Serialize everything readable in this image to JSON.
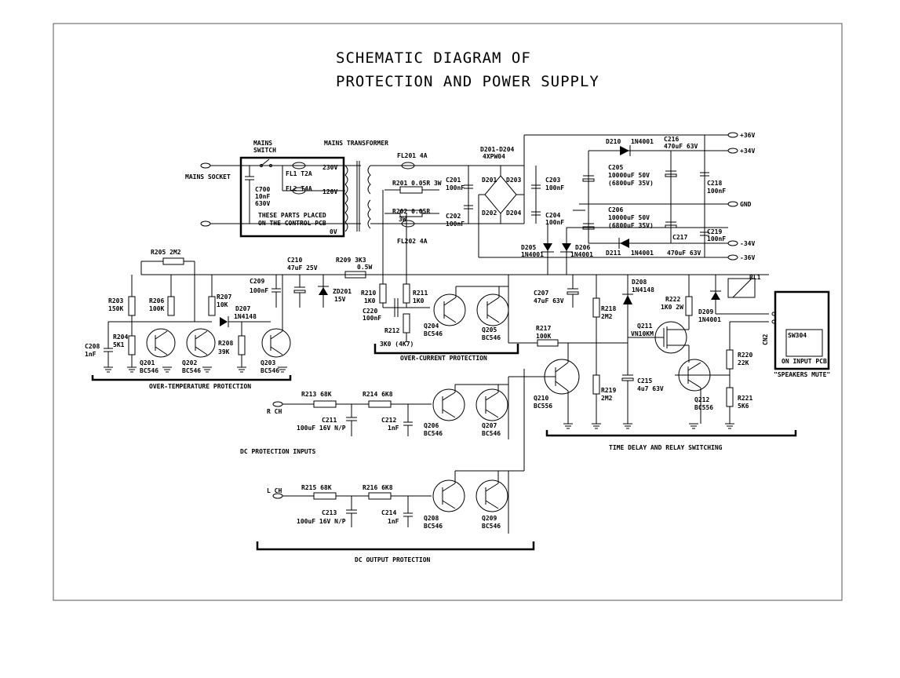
{
  "title": {
    "line1": "SCHEMATIC DIAGRAM OF",
    "line2": "PROTECTION AND POWER SUPPLY"
  },
  "labels": {
    "mains_switch_1": "MAINS",
    "mains_switch_2": "SWITCH",
    "mains_transformer": "MAINS TRANSFORMER",
    "mains_socket": "MAINS SOCKET",
    "fl1": "FL1  T2A",
    "fl2": "FL2  T4A",
    "c700_1": "C700",
    "c700_2": "10nF",
    "c700_3": "630V",
    "v230": "230V",
    "v120": "120V",
    "v0": "0V",
    "placed_1": "THESE PARTS PLACED",
    "placed_2": "ON THE CONTROL PCB",
    "fl201": "FL201  4A",
    "fl202": "FL202  4A",
    "r201": "R201 0.05R 3W",
    "r202_1": "R202 0.05R",
    "r202_2": "3W",
    "c201_1": "C201",
    "c201_2": "100nF",
    "c202_1": "C202",
    "c202_2": "100nF",
    "d201_204_1": "D201-D204",
    "d201_204_2": "4XPW04",
    "d201": "D201",
    "d202": "D202",
    "d203": "D203",
    "d204": "D204",
    "c203_1": "C203",
    "c203_2": "100nF",
    "c204_1": "C204",
    "c204_2": "100nF",
    "d210": "D210",
    "d210_val": "1N4001",
    "c216_1": "C216",
    "c216_2": "470uF 63V",
    "c205_1": "C205",
    "c205_2": "10000uF 50V",
    "c205_3": "(6800uF 35V)",
    "c206_1": "C206",
    "c206_2": "10000uF 50V",
    "c206_3": "(6800uF 35V)",
    "c218_1": "C218",
    "c218_2": "100nF",
    "c219_1": "C219",
    "c219_2": "100nF",
    "d211": "D211",
    "d211_val": "1N4001",
    "c217_1": "C217",
    "c217_2": "470uF 63V",
    "p36": "+36V",
    "p34": "+34V",
    "gnd": "GND",
    "m34": "-34V",
    "m36": "-36V",
    "d205_1": "D205",
    "d205_2": "1N4001",
    "d206_1": "D206",
    "d206_2": "1N4001",
    "c207_1": "C207",
    "c207_2": "47uF 63V",
    "r205": "R205 2M2",
    "r209_1": "R209 3K3",
    "r209_2": "0.5W",
    "c210_1": "C210",
    "c210_2": "47uF 25V",
    "c209_1": "C209",
    "c209_2": "100nF",
    "zd201_1": "ZD201",
    "zd201_2": "15V",
    "r203_1": "R203",
    "r203_2": "150K",
    "r206_1": "R206",
    "r206_2": "100K",
    "r207_1": "R207",
    "r207_2": "10K",
    "d207_1": "D207",
    "d207_2": "1N4148",
    "r204_1": "R204",
    "r204_2": "5K1",
    "c208_1": "C208",
    "c208_2": "1nF",
    "r208_1": "R208",
    "r208_2": "39K",
    "q201_1": "Q201",
    "q201_2": "BC546",
    "q202_1": "Q202",
    "q202_2": "BC546",
    "q203_1": "Q203",
    "q203_2": "BC546",
    "over_temp": "OVER-TEMPERATURE PROTECTION",
    "r210_1": "R210",
    "r210_2": "1K0",
    "r211_1": "R211",
    "r211_2": "1K0",
    "c220_1": "C220",
    "c220_2": "100nF",
    "r212": "R212",
    "r212_val": "3K0 (4K7)",
    "q204_1": "Q204",
    "q204_2": "BC546",
    "q205_1": "Q205",
    "q205_2": "BC546",
    "over_current": "OVER-CURRENT PROTECTION",
    "r217_1": "R217",
    "r217_2": "100K",
    "q210_1": "Q210",
    "q210_2": "BC556",
    "r218_1": "R218",
    "r218_2": "2M2",
    "r219_1": "R219",
    "r219_2": "2M2",
    "d208_1": "D208",
    "d208_2": "1N4148",
    "c215_1": "C215",
    "c215_2": "4u7 63V",
    "q211_1": "Q211",
    "q211_2": "VN10KM",
    "r222_1": "R222",
    "r222_2": "1K0 2W",
    "d209_1": "D209",
    "d209_2": "1N4001",
    "rl1": "RL1",
    "r220_1": "R220",
    "r220_2": "22K",
    "r221_1": "R221",
    "r221_2": "5K6",
    "q212_1": "Q212",
    "q212_2": "BC556",
    "time_delay": "TIME DELAY AND RELAY SWITCHING",
    "cn2": "CN2",
    "sw304": "SW304",
    "on_input": "ON INPUT PCB",
    "speakers": "\"SPEAKERS MUTE\"",
    "r213": "R213 68K",
    "r214": "R214 6K8",
    "r_ch": "R CH",
    "c211_1": "C211",
    "c211_2": "100uF 16V N/P",
    "c212_1": "C212",
    "c212_2": "1nF",
    "q206_1": "Q206",
    "q206_2": "BC546",
    "q207_1": "Q207",
    "q207_2": "BC546",
    "dc_inputs": "DC PROTECTION INPUTS",
    "r215": "R215 68K",
    "r216": "R216 6K8",
    "l_ch": "L CH",
    "c213_1": "C213",
    "c213_2": "100uF 16V N/P",
    "c214_1": "C214",
    "c214_2": "1nF",
    "q208_1": "Q208",
    "q208_2": "BC546",
    "q209_1": "Q209",
    "q209_2": "BC546",
    "dc_output": "DC OUTPUT PROTECTION"
  }
}
